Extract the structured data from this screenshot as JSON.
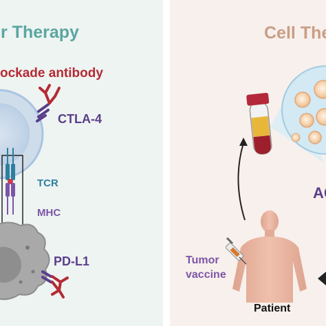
{
  "left": {
    "title": "r Therapy",
    "subtitle": "ockade antibody",
    "labels": {
      "ctla4": "CTLA-4",
      "tcr": "TCR",
      "mhc": "MHC",
      "pdl1": "PD-L1"
    }
  },
  "right": {
    "title": "Cell The",
    "act_fragment": "AC",
    "tumor_vaccine": "Tumor\nvaccine",
    "patient": "Patient"
  },
  "colors": {
    "left_title": "#5aa6a2",
    "right_title": "#c99e86",
    "antibody": "#b52a35",
    "ctla4": "#5a3e8c",
    "tcr": "#2e7f9e",
    "mhc": "#7d55a8",
    "skin": "#e8b3a1"
  }
}
